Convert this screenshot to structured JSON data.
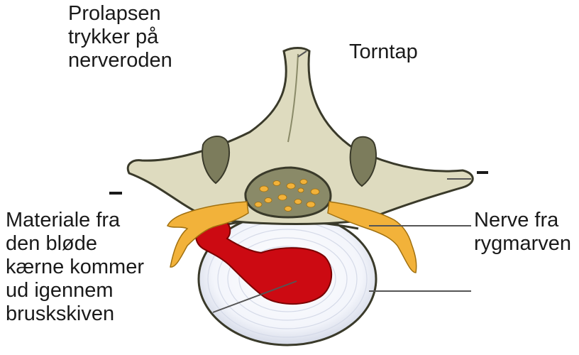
{
  "labels": {
    "prolapse": "Prolapsen\ntrykker på\nnerveroden",
    "torntap": "Torntap",
    "material": "Materiale fra\nden bløde\nkærne kommer\nud igennem\nbruskskiven",
    "nerve": "Nerve fra\nrygmarven"
  },
  "colors": {
    "bone": "#dedbbf",
    "bone_shadow": "#7c7c5c",
    "canal": "#8a8a68",
    "nerve": "#f2b23a",
    "nucleus": "#cc0a12",
    "disc": "#f4f6fb",
    "outline": "#3a3a2a"
  }
}
